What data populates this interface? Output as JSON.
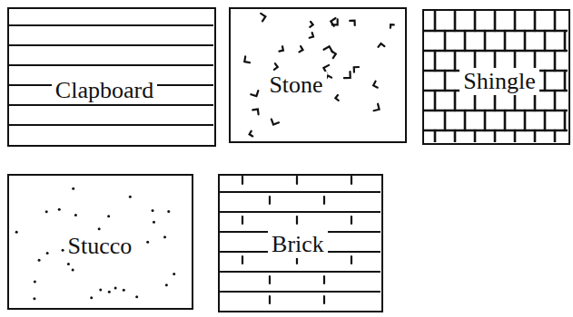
{
  "diagram": {
    "nodes": [
      {
        "text": [
          "Clapboard"
        ]
      },
      {
        "text": [
          "Stone"
        ]
      },
      {
        "text": [
          "Shingle"
        ]
      },
      {
        "text": [
          "Stucco"
        ]
      },
      {
        "text": [
          "Brick"
        ]
      }
    ]
  }
}
